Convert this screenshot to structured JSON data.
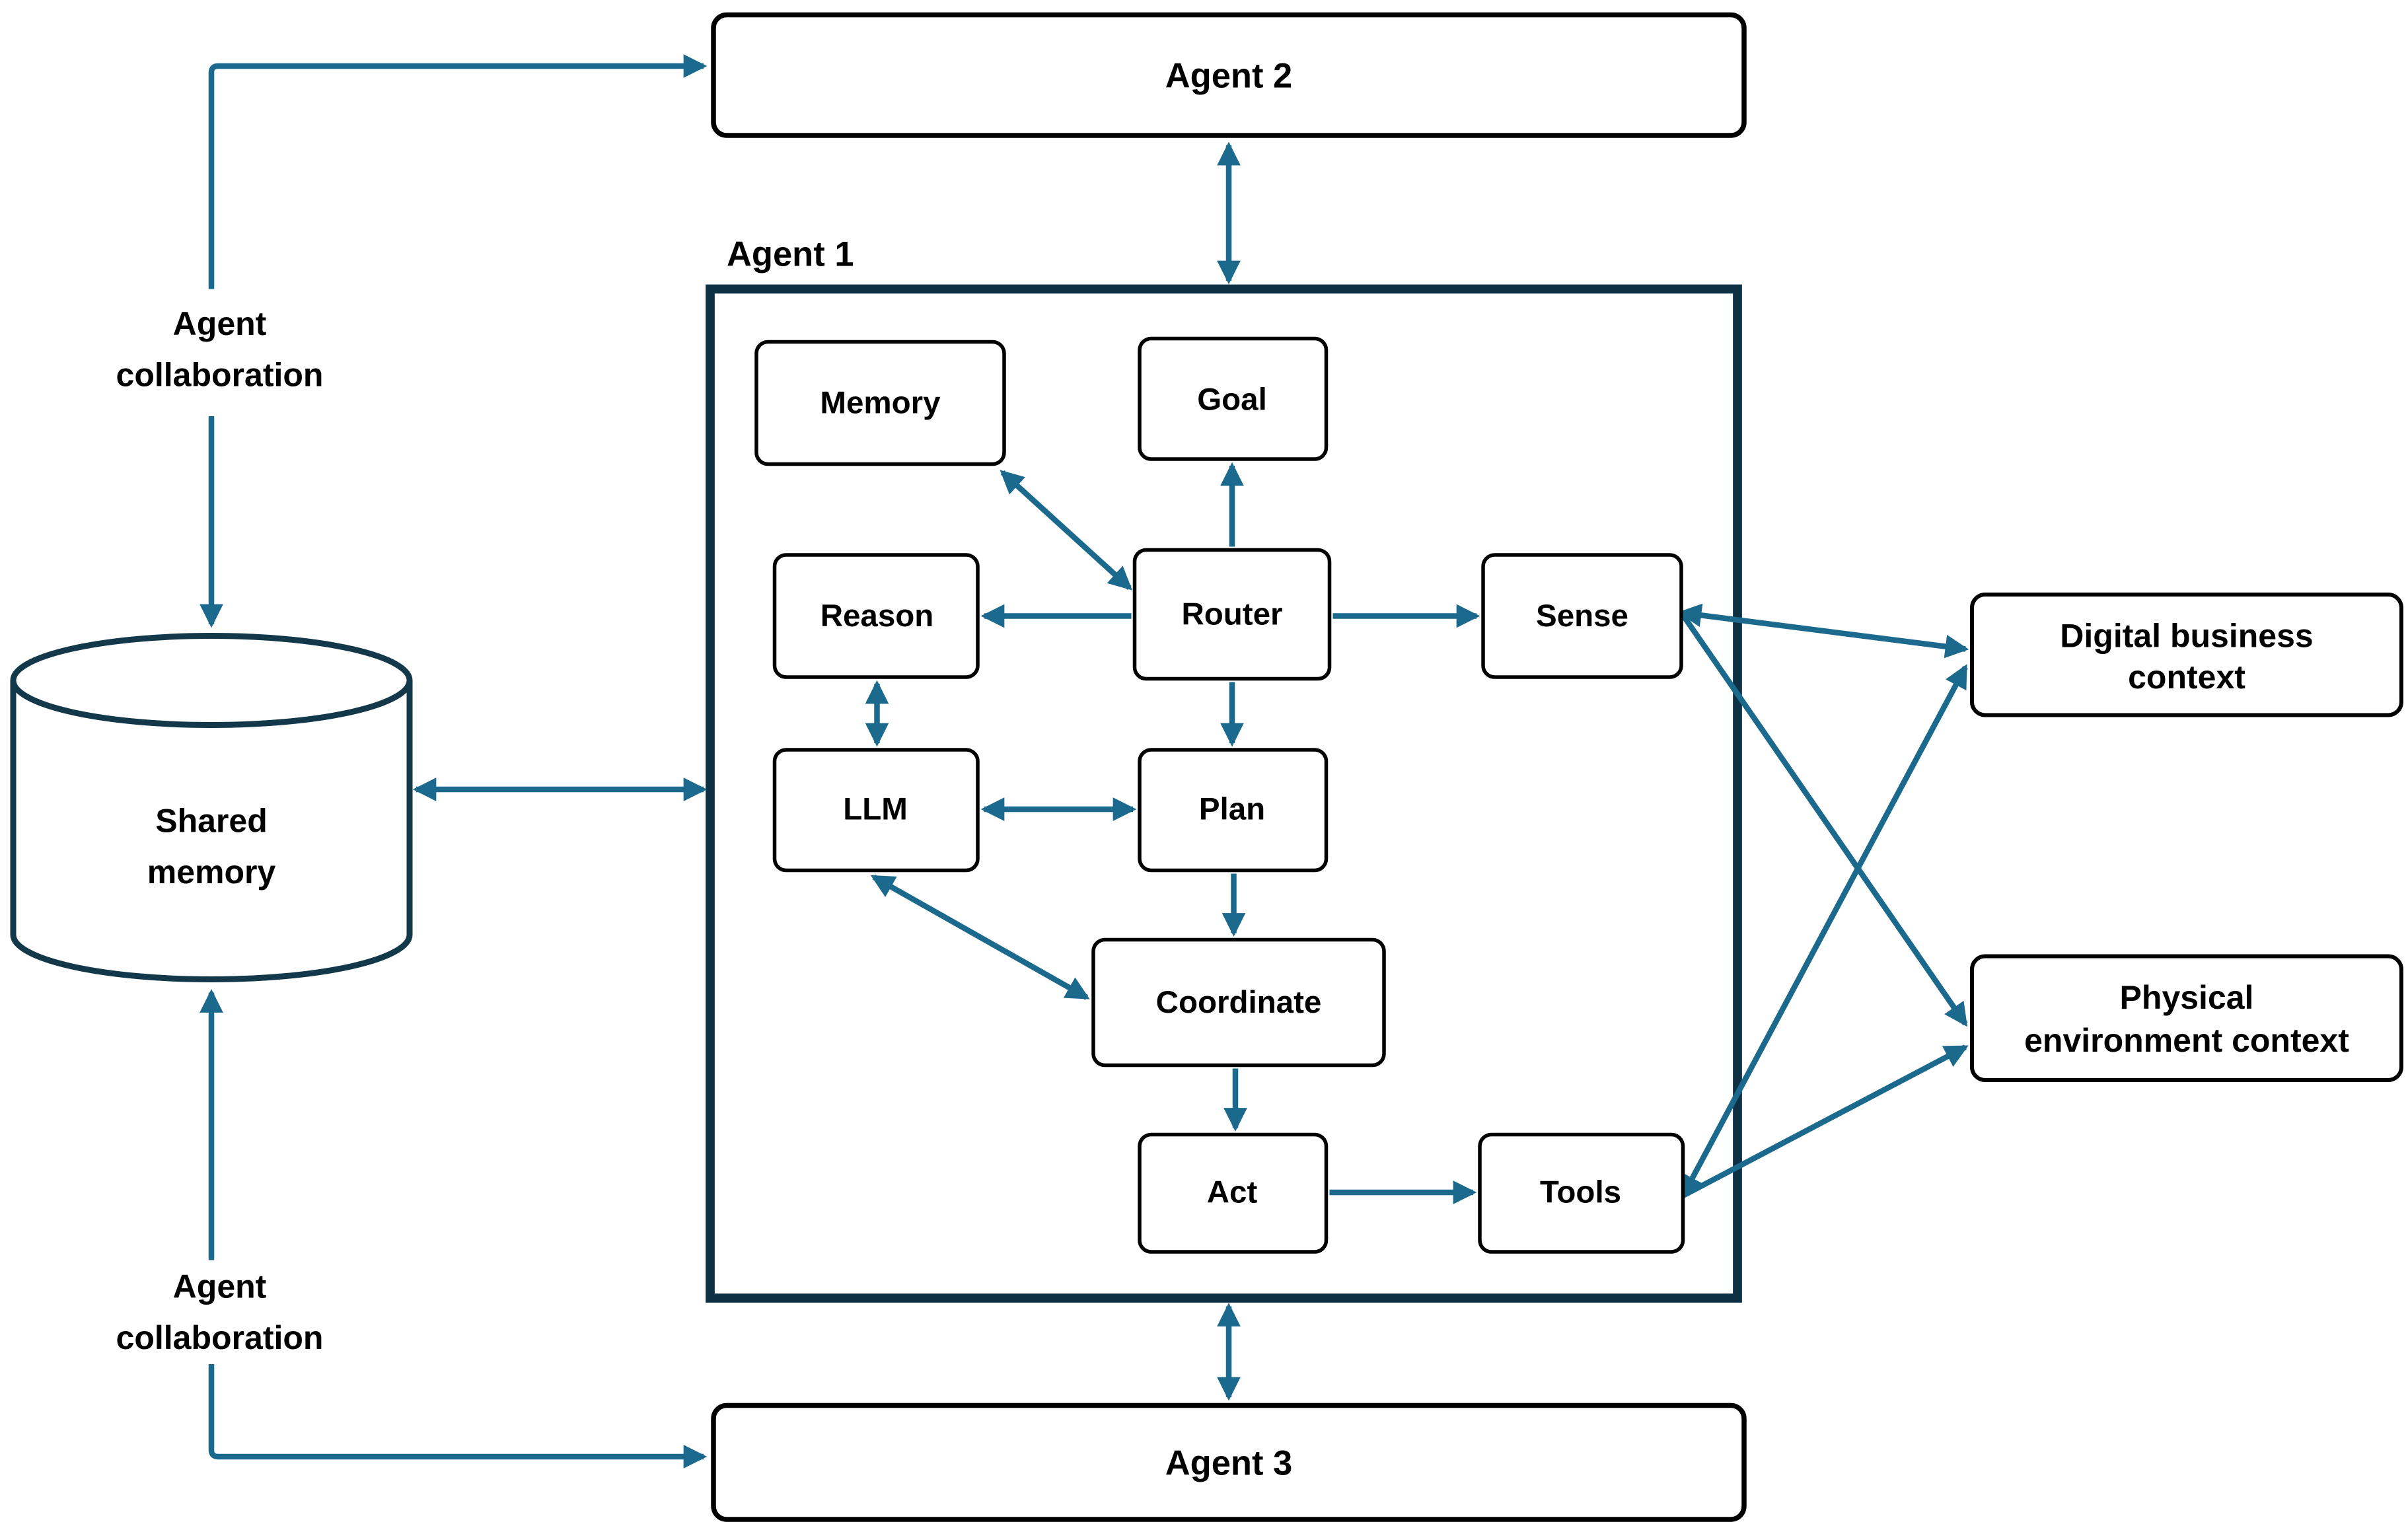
{
  "diagram": {
    "colors": {
      "arrow": "#1b698d",
      "frame": "#0e3044",
      "cylinder": "#12384a",
      "box_border": "#000000",
      "text": "#000000",
      "background": "#ffffff"
    },
    "agents": {
      "agent1": "Agent 1",
      "agent2": "Agent 2",
      "agent3": "Agent 3"
    },
    "nodes": {
      "memory": "Memory",
      "goal": "Goal",
      "reason": "Reason",
      "router": "Router",
      "sense": "Sense",
      "llm": "LLM",
      "plan": "Plan",
      "coordinate": "Coordinate",
      "act": "Act",
      "tools": "Tools"
    },
    "cylinder": {
      "line1": "Shared",
      "line2": "memory"
    },
    "labels": {
      "collab_top": {
        "line1": "Agent",
        "line2": "collaboration"
      },
      "collab_bottom": {
        "line1": "Agent",
        "line2": "collaboration"
      }
    },
    "context": {
      "digital": {
        "line1": "Digital business",
        "line2": "context"
      },
      "physical": {
        "line1": "Physical",
        "line2": "environment context"
      }
    }
  }
}
